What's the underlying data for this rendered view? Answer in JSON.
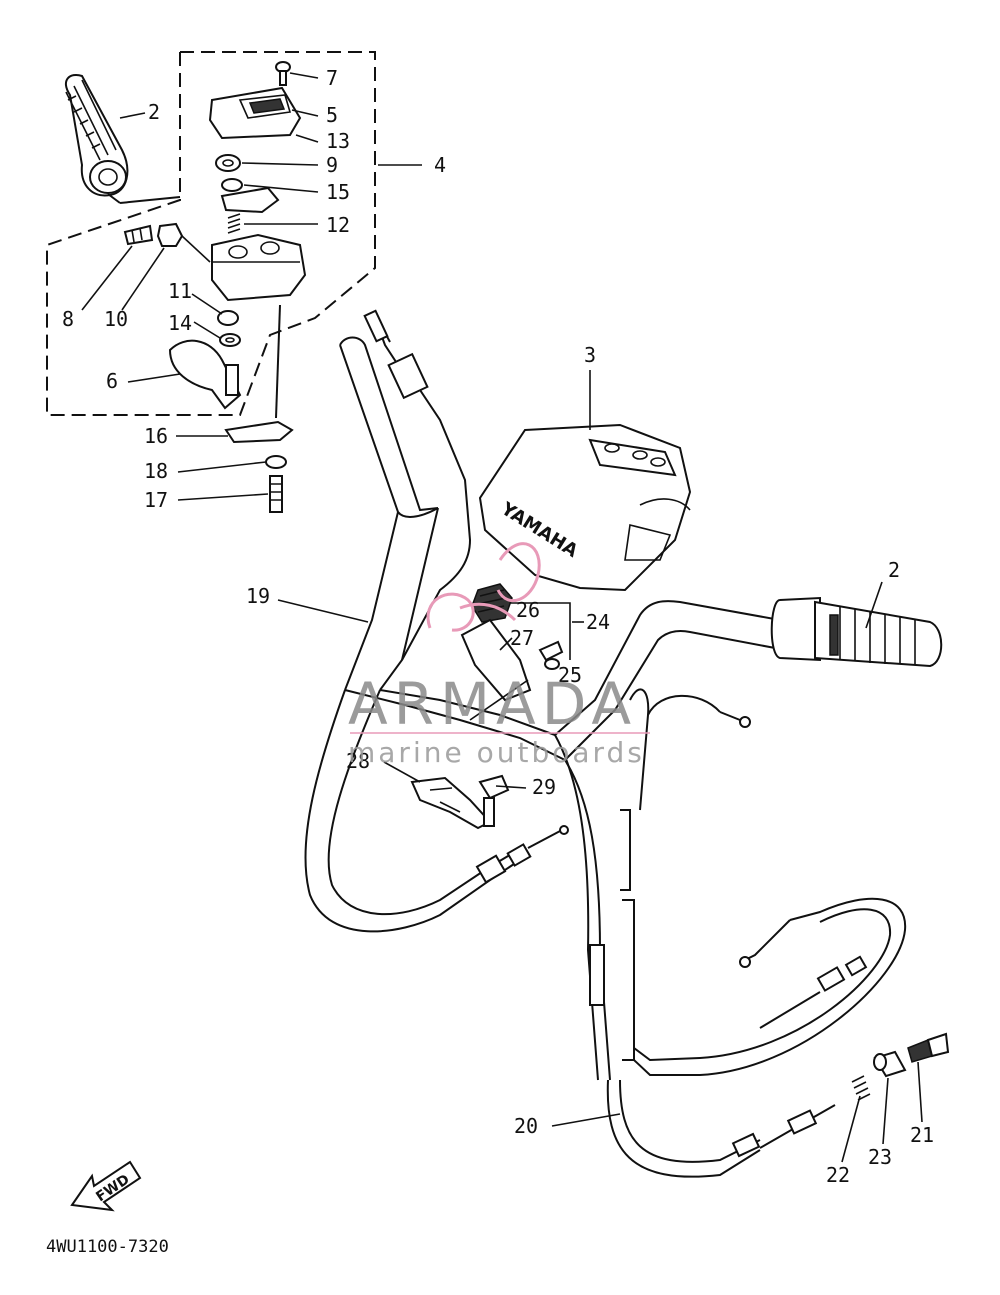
{
  "diagram": {
    "part_code": "4WU1100-7320",
    "fwd_label": "FWD",
    "cover_brand": "YAMAHA",
    "callouts": {
      "c2a": "2",
      "c7": "7",
      "c5": "5",
      "c13": "13",
      "c9": "9",
      "c4": "4",
      "c15": "15",
      "c12": "12",
      "c8": "8",
      "c10": "10",
      "c11": "11",
      "c14": "14",
      "c6": "6",
      "c16": "16",
      "c18": "18",
      "c17": "17",
      "c3": "3",
      "c19": "19",
      "c2b": "2",
      "c26": "26",
      "c24": "24",
      "c27": "27",
      "c25": "25",
      "c28": "28",
      "c29": "29",
      "c20": "20",
      "c22": "22",
      "c23": "23",
      "c21": "21"
    }
  },
  "watermark": {
    "title": "ARMADA",
    "subtitle": "marine outboards",
    "accent_color": "#e89ab8",
    "text_color": "#8a8a8a"
  }
}
